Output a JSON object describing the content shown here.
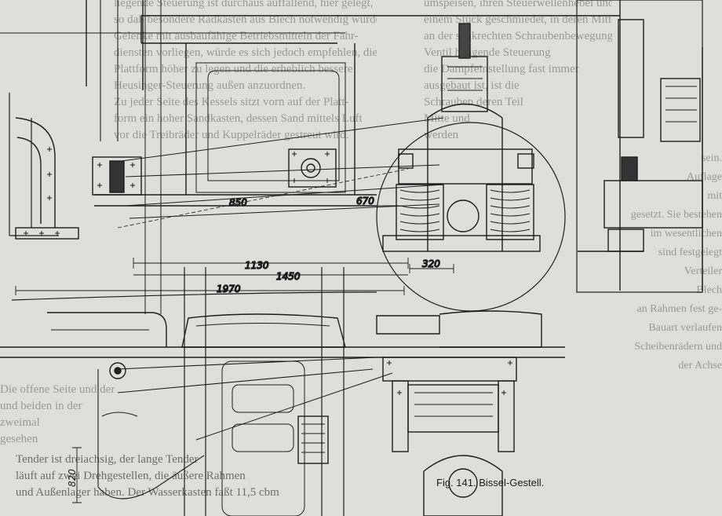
{
  "figure": {
    "caption": "Fig. 141. Bissel-Gestell.",
    "dimensions": {
      "d850": "850",
      "d670": "670",
      "d1130": "1130",
      "d1450": "1450",
      "d1970": "1970",
      "d320": "320",
      "d820": "820"
    }
  },
  "bleed_text": {
    "top_left": [
      "liegende Steuerung ist durchaus auffallend, hier gelegt,",
      "so daß besondere Radkästen aus Blech notwendig wurden.",
      "Gelenke mit ausbaufähige Betriebsmitteln der Fahr-",
      "diensten vorliegen, würde es sich jedoch empfehlen, die",
      "Plattform höher zu legen und die erheblich bessere",
      "Heusinger-Steuerung außen anzuordnen.",
      "Zu jeder Seite des Kessels sitzt vorn auf der Platt-",
      "form ein hoher Sandkasten, dessen Sand mittels Luft",
      "vor die Treibräder und Kuppelräder gestreut wird."
    ],
    "top_right": [
      "umspeisen, ihren Steuerwellenhebel und",
      "einem Stück geschmiedet, in deren Mitte",
      "an der senkrechten Schraubenbewegung das",
      "Ventil hängende Steuerung",
      "die Dampfeinstellung fast immer",
      "ausgebaut ist, ist die",
      "Schrauben deren Teil",
      "Mitte und",
      "werden"
    ],
    "right_column": [
      "sein.",
      "Auflage",
      "mit",
      "gesetzt. Sie bestehen",
      "im wesentlichen",
      "sind festgelegt",
      "Verteiler",
      "Blech",
      "an Rahmen fest ge-",
      "Bauart verlaufen",
      "Scheibenrädern und",
      "der Achse"
    ],
    "bottom_left": [
      "Die offene Seite und der",
      "und beiden in der",
      "zweimal",
      "gesehen"
    ],
    "bottom_para": [
      "Tender ist dreiachsig, der lange Tender",
      "läuft auf zwei Drehgestellen, die äußere Rahmen",
      "und Außenlager haben. Der Wasserkasten faßt 11,5 cbm"
    ]
  }
}
